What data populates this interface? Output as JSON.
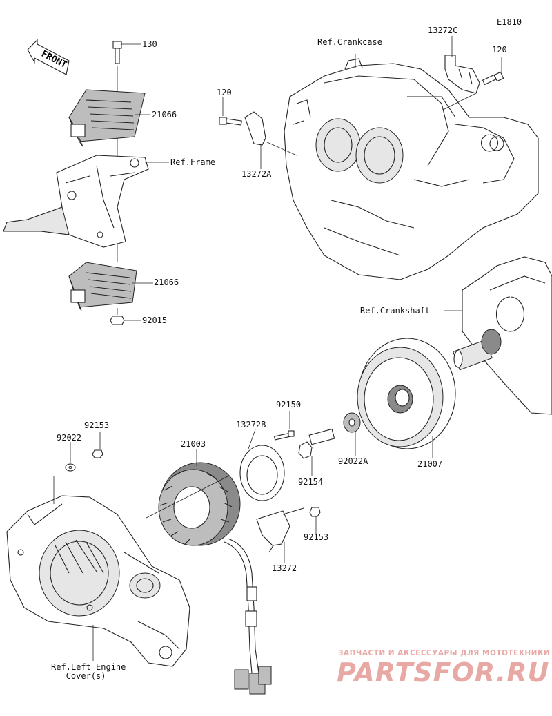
{
  "diagram": {
    "code": "E1810",
    "front_label": "FRONT",
    "labels": {
      "p130": "130",
      "p21066_top": "21066",
      "ref_frame": "Ref.Frame",
      "p21066_bottom": "21066",
      "p92015": "92015",
      "ref_crankcase": "Ref.Crankcase",
      "p13272c": "13272C",
      "p120_right": "120",
      "p120_left": "120",
      "p13272a": "13272A",
      "ref_crankshaft": "Ref.Crankshaft",
      "p92150": "92150",
      "p13272b": "13272B",
      "p21003": "21003",
      "p92153_top": "92153",
      "p92022": "92022",
      "p92154": "92154",
      "p92022a": "92022A",
      "p21007": "21007",
      "p92153_mid": "92153",
      "p13272": "13272",
      "ref_left_cover": "Ref.Left Engine\n   Cover(s)"
    }
  },
  "watermark": {
    "line1": "ЗАПЧАСТИ И АКСЕССУАРЫ ДЛЯ МОТОТЕХНИКИ",
    "line2": "PARTSFOR.RU"
  }
}
